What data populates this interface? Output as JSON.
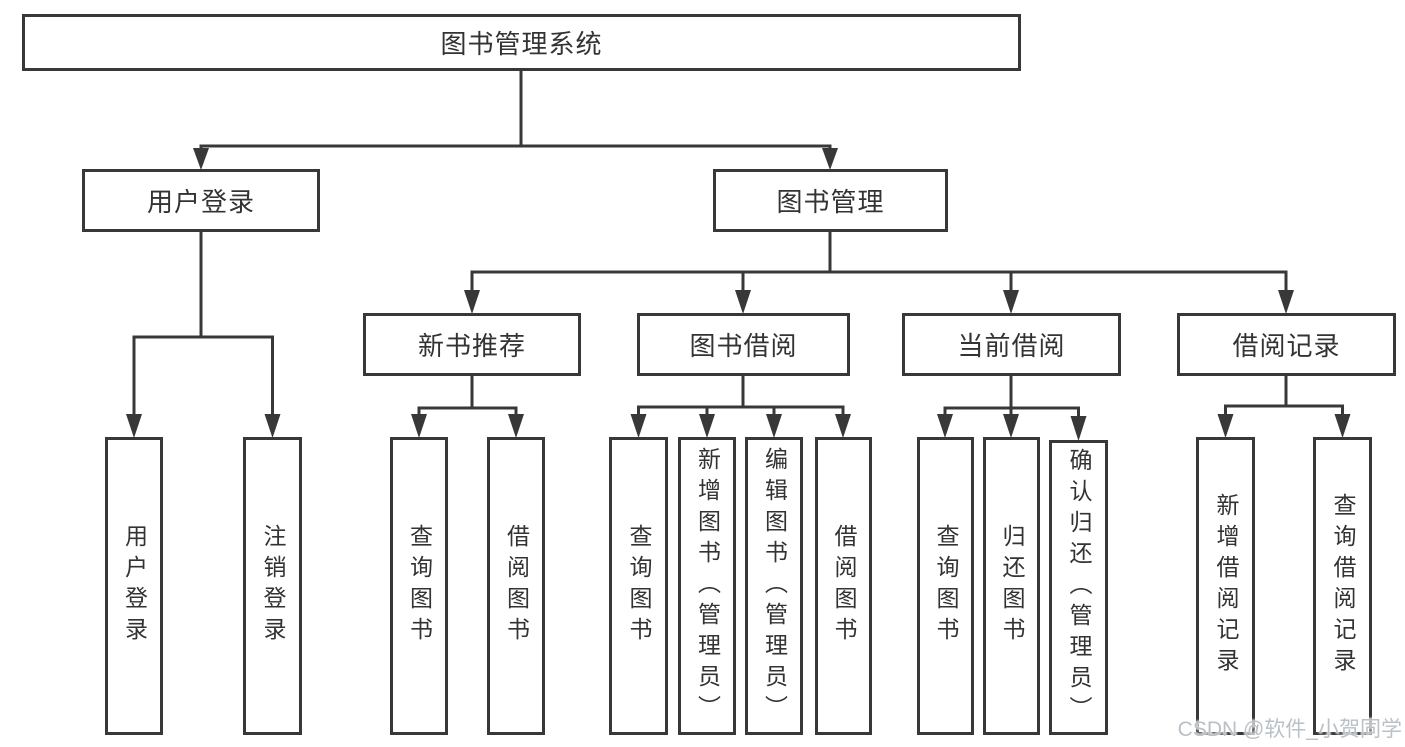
{
  "diagram": {
    "root": {
      "label": "图书管理系统"
    },
    "level2": [
      {
        "label": "用户登录"
      },
      {
        "label": "图书管理"
      }
    ],
    "level3": [
      {
        "label": "新书推荐"
      },
      {
        "label": "图书借阅"
      },
      {
        "label": "当前借阅"
      },
      {
        "label": "借阅记录"
      }
    ],
    "leaves": [
      {
        "label": "用户登录"
      },
      {
        "label": "注销登录"
      },
      {
        "label": "查询图书"
      },
      {
        "label": "借阅图书"
      },
      {
        "label": "查询图书"
      },
      {
        "label": "新增图书（管理员）"
      },
      {
        "label": "编辑图书（管理员）"
      },
      {
        "label": "借阅图书"
      },
      {
        "label": "查询图书"
      },
      {
        "label": "归还图书"
      },
      {
        "label": "确认归还（管理员）"
      },
      {
        "label": "新增借阅记录"
      },
      {
        "label": "查询借阅记录"
      }
    ]
  },
  "watermark": {
    "text": "CSDN @软件_小贺同学"
  },
  "colors": {
    "line": "#383838",
    "text": "#333333",
    "background": "#ffffff",
    "watermark": "#b9c0c6"
  }
}
